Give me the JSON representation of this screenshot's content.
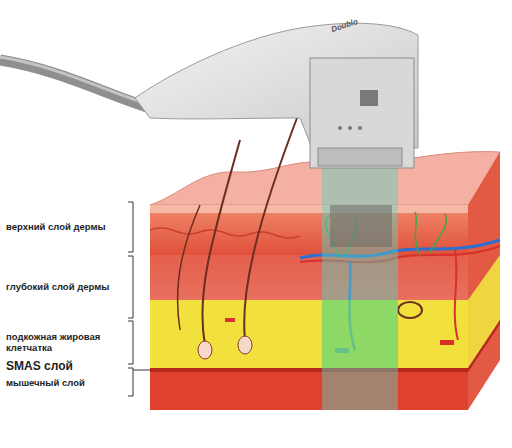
{
  "diagram": {
    "labels": [
      "Doublo",
      "верхний слой дермы",
      "глубокий слой дермы",
      "подкожная жировая клетчатка",
      "SMAS слой",
      "мышечный слой"
    ]
  }
}
